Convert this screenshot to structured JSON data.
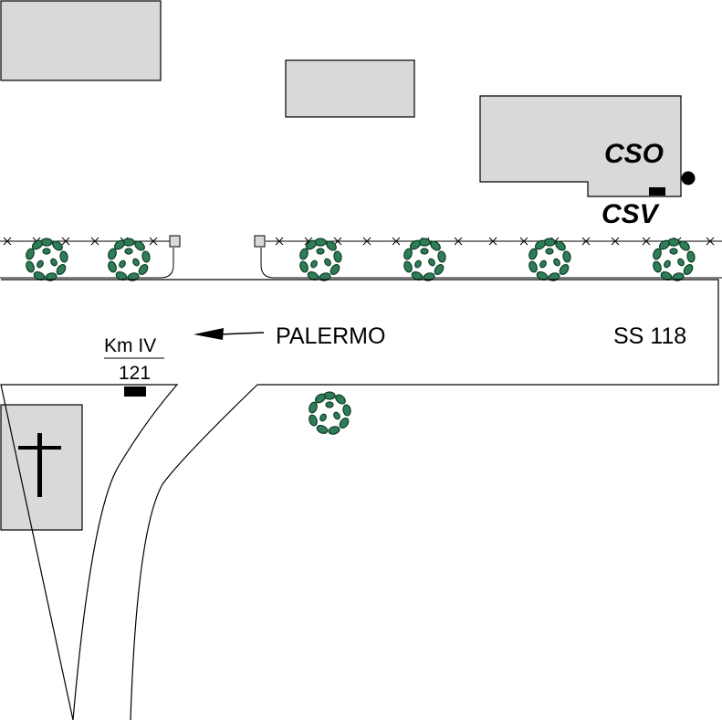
{
  "map": {
    "road_name": "SS 118",
    "direction_label": "PALERMO",
    "milestone": {
      "top": "Km IV",
      "bottom": "121"
    },
    "stations": {
      "cso": "CSO",
      "csv": "CSV"
    },
    "icons": [
      "cross-icon",
      "tree-icon",
      "arrow-left-icon",
      "fence-post-icon",
      "station-point-icon"
    ],
    "colors": {
      "building_fill": "#d9d9d9",
      "tree_fill": "#2e7d57",
      "outline": "#000000"
    }
  }
}
